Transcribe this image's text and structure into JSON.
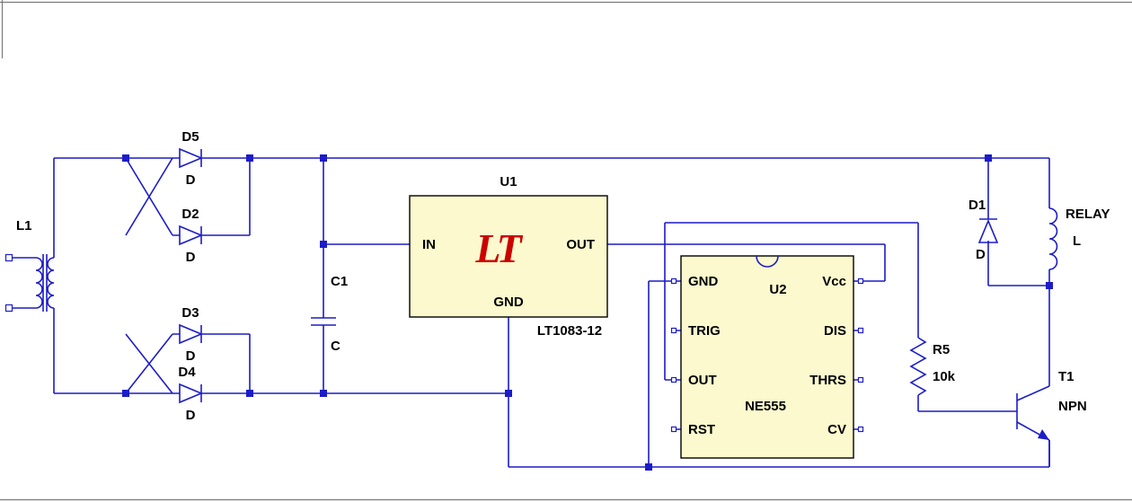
{
  "colors": {
    "wire_blue": "#1c1cc8",
    "component_fill_yellow": "#fbf9cd",
    "logo_red": "#cc0000",
    "text_black": "#000000",
    "background": "#ffffff"
  },
  "schematic": {
    "transformer": {
      "ref": "L1"
    },
    "d5": {
      "ref": "D5",
      "value": "D"
    },
    "d2": {
      "ref": "D2",
      "value": "D"
    },
    "d3": {
      "ref": "D3",
      "value": "D"
    },
    "d4": {
      "ref": "D4",
      "value": "D"
    },
    "d1": {
      "ref": "D1",
      "value": "D"
    },
    "c1": {
      "ref": "C1",
      "value": "C"
    },
    "u1": {
      "ref": "U1",
      "part": "LT1083-12",
      "logo": "LT",
      "pin_in": "IN",
      "pin_out": "OUT",
      "pin_gnd": "GND"
    },
    "u2": {
      "ref": "U2",
      "part": "NE555",
      "pin_gnd": "GND",
      "pin_trig": "TRIG",
      "pin_out": "OUT",
      "pin_rst": "RST",
      "pin_vcc": "Vcc",
      "pin_dis": "DIS",
      "pin_thrs": "THRS",
      "pin_cv": "CV"
    },
    "r5": {
      "ref": "R5",
      "value": "10k"
    },
    "t1": {
      "ref": "T1",
      "value": "NPN"
    },
    "relay": {
      "ref": "RELAY",
      "value": "L"
    }
  }
}
